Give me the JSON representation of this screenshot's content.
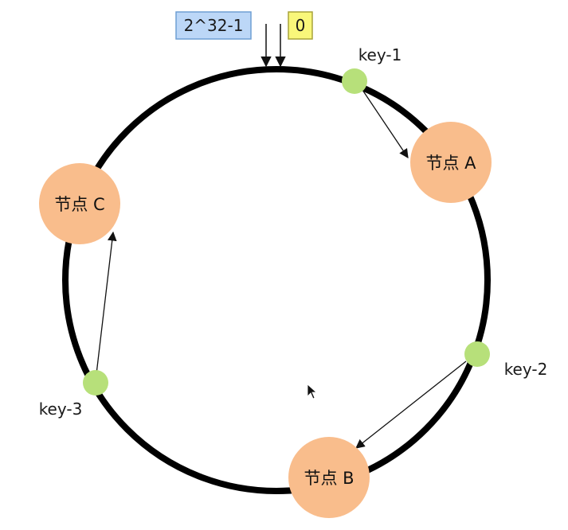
{
  "diagram": {
    "ring_start_label": "0",
    "ring_end_label": "2^32-1",
    "nodes": [
      {
        "id": "A",
        "label": "节点 A"
      },
      {
        "id": "B",
        "label": "节点 B"
      },
      {
        "id": "C",
        "label": "节点 C"
      }
    ],
    "keys": [
      {
        "id": "key-1",
        "label": "key-1",
        "maps_to": "A"
      },
      {
        "id": "key-2",
        "label": "key-2",
        "maps_to": "B"
      },
      {
        "id": "key-3",
        "label": "key-3",
        "maps_to": "C"
      }
    ]
  },
  "colors": {
    "ring": "#000000",
    "node_fill": "#f9bd8c",
    "key_fill": "#b7e07a",
    "end_label_bg": "#bcd7f7",
    "end_label_border": "#6f9fd4",
    "start_label_bg": "#f9f77a",
    "start_label_border": "#a8a33a"
  },
  "icons": {
    "cursor": "mouse-pointer-icon"
  }
}
